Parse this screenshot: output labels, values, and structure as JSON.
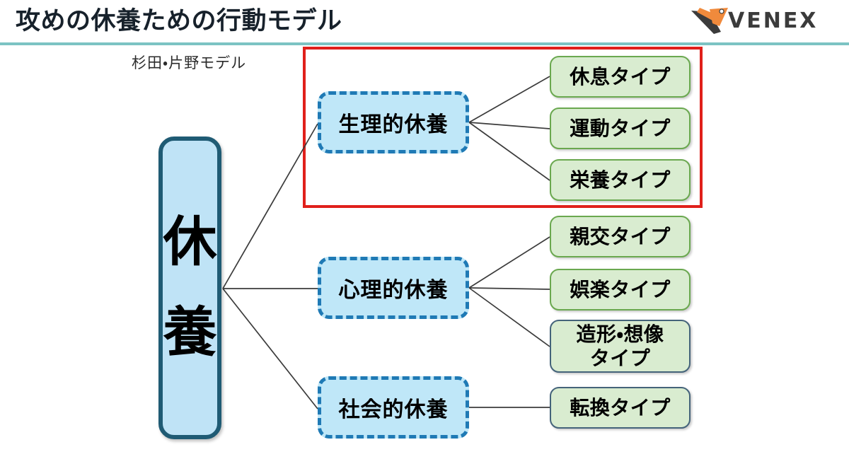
{
  "header": {
    "title": "攻めの休養ための行動モデル",
    "rule_color": "#7cc3c3",
    "logo": {
      "name": "venex-logo",
      "wordmark": "VENEX",
      "mark_color_orange": "#f08a3c",
      "mark_color_dark": "#3b3b3b"
    }
  },
  "subtitle": "杉田・片野モデル",
  "emphasis": {
    "name": "red-highlight-frame",
    "color": "#e0201b",
    "covers": "生理的休養"
  },
  "diagram": {
    "type": "tree",
    "root": {
      "label": "休養",
      "chars": [
        "休",
        "養"
      ],
      "fill": "#bfe3f6",
      "border": "#1f5b74"
    },
    "branches": [
      {
        "label": "生理的休養",
        "fill": "#bfe7f8",
        "border": "#1f7ab5",
        "children": [
          {
            "label": "休息タイプ",
            "lines": [
              "休息タイプ"
            ],
            "border": "#6aa84f"
          },
          {
            "label": "運動タイプ",
            "lines": [
              "運動タイプ"
            ],
            "border": "#6aa84f"
          },
          {
            "label": "栄養タイプ",
            "lines": [
              "栄養タイプ"
            ],
            "border": "#6aa84f"
          }
        ]
      },
      {
        "label": "心理的休養",
        "fill": "#bfe7f8",
        "border": "#1f7ab5",
        "children": [
          {
            "label": "親交タイプ",
            "lines": [
              "親交タイプ"
            ],
            "border": "#6aa84f"
          },
          {
            "label": "娯楽タイプ",
            "lines": [
              "娯楽タイプ"
            ],
            "border": "#6aa84f"
          },
          {
            "label": "造形・想像タイプ",
            "lines": [
              "造形・想像",
              "タイプ"
            ],
            "border": "#44637a"
          }
        ]
      },
      {
        "label": "社会的休養",
        "fill": "#bfe7f8",
        "border": "#1f7ab5",
        "children": [
          {
            "label": "転換タイプ",
            "lines": [
              "転換タイプ"
            ],
            "border": "#44637a"
          }
        ]
      }
    ]
  },
  "leaf_labels": {
    "l0": "休息タイプ",
    "l1": "運動タイプ",
    "l2": "栄養タイプ",
    "l3": "親交タイプ",
    "l4": "娯楽タイプ",
    "l5_line1": "造形・想像",
    "l5_line2": "タイプ",
    "l6": "転換タイプ"
  },
  "mid_labels": {
    "m0": "生理的休養",
    "m1": "心理的休養",
    "m2": "社会的休養"
  },
  "root_chars": {
    "c0": "休",
    "c1": "養"
  }
}
